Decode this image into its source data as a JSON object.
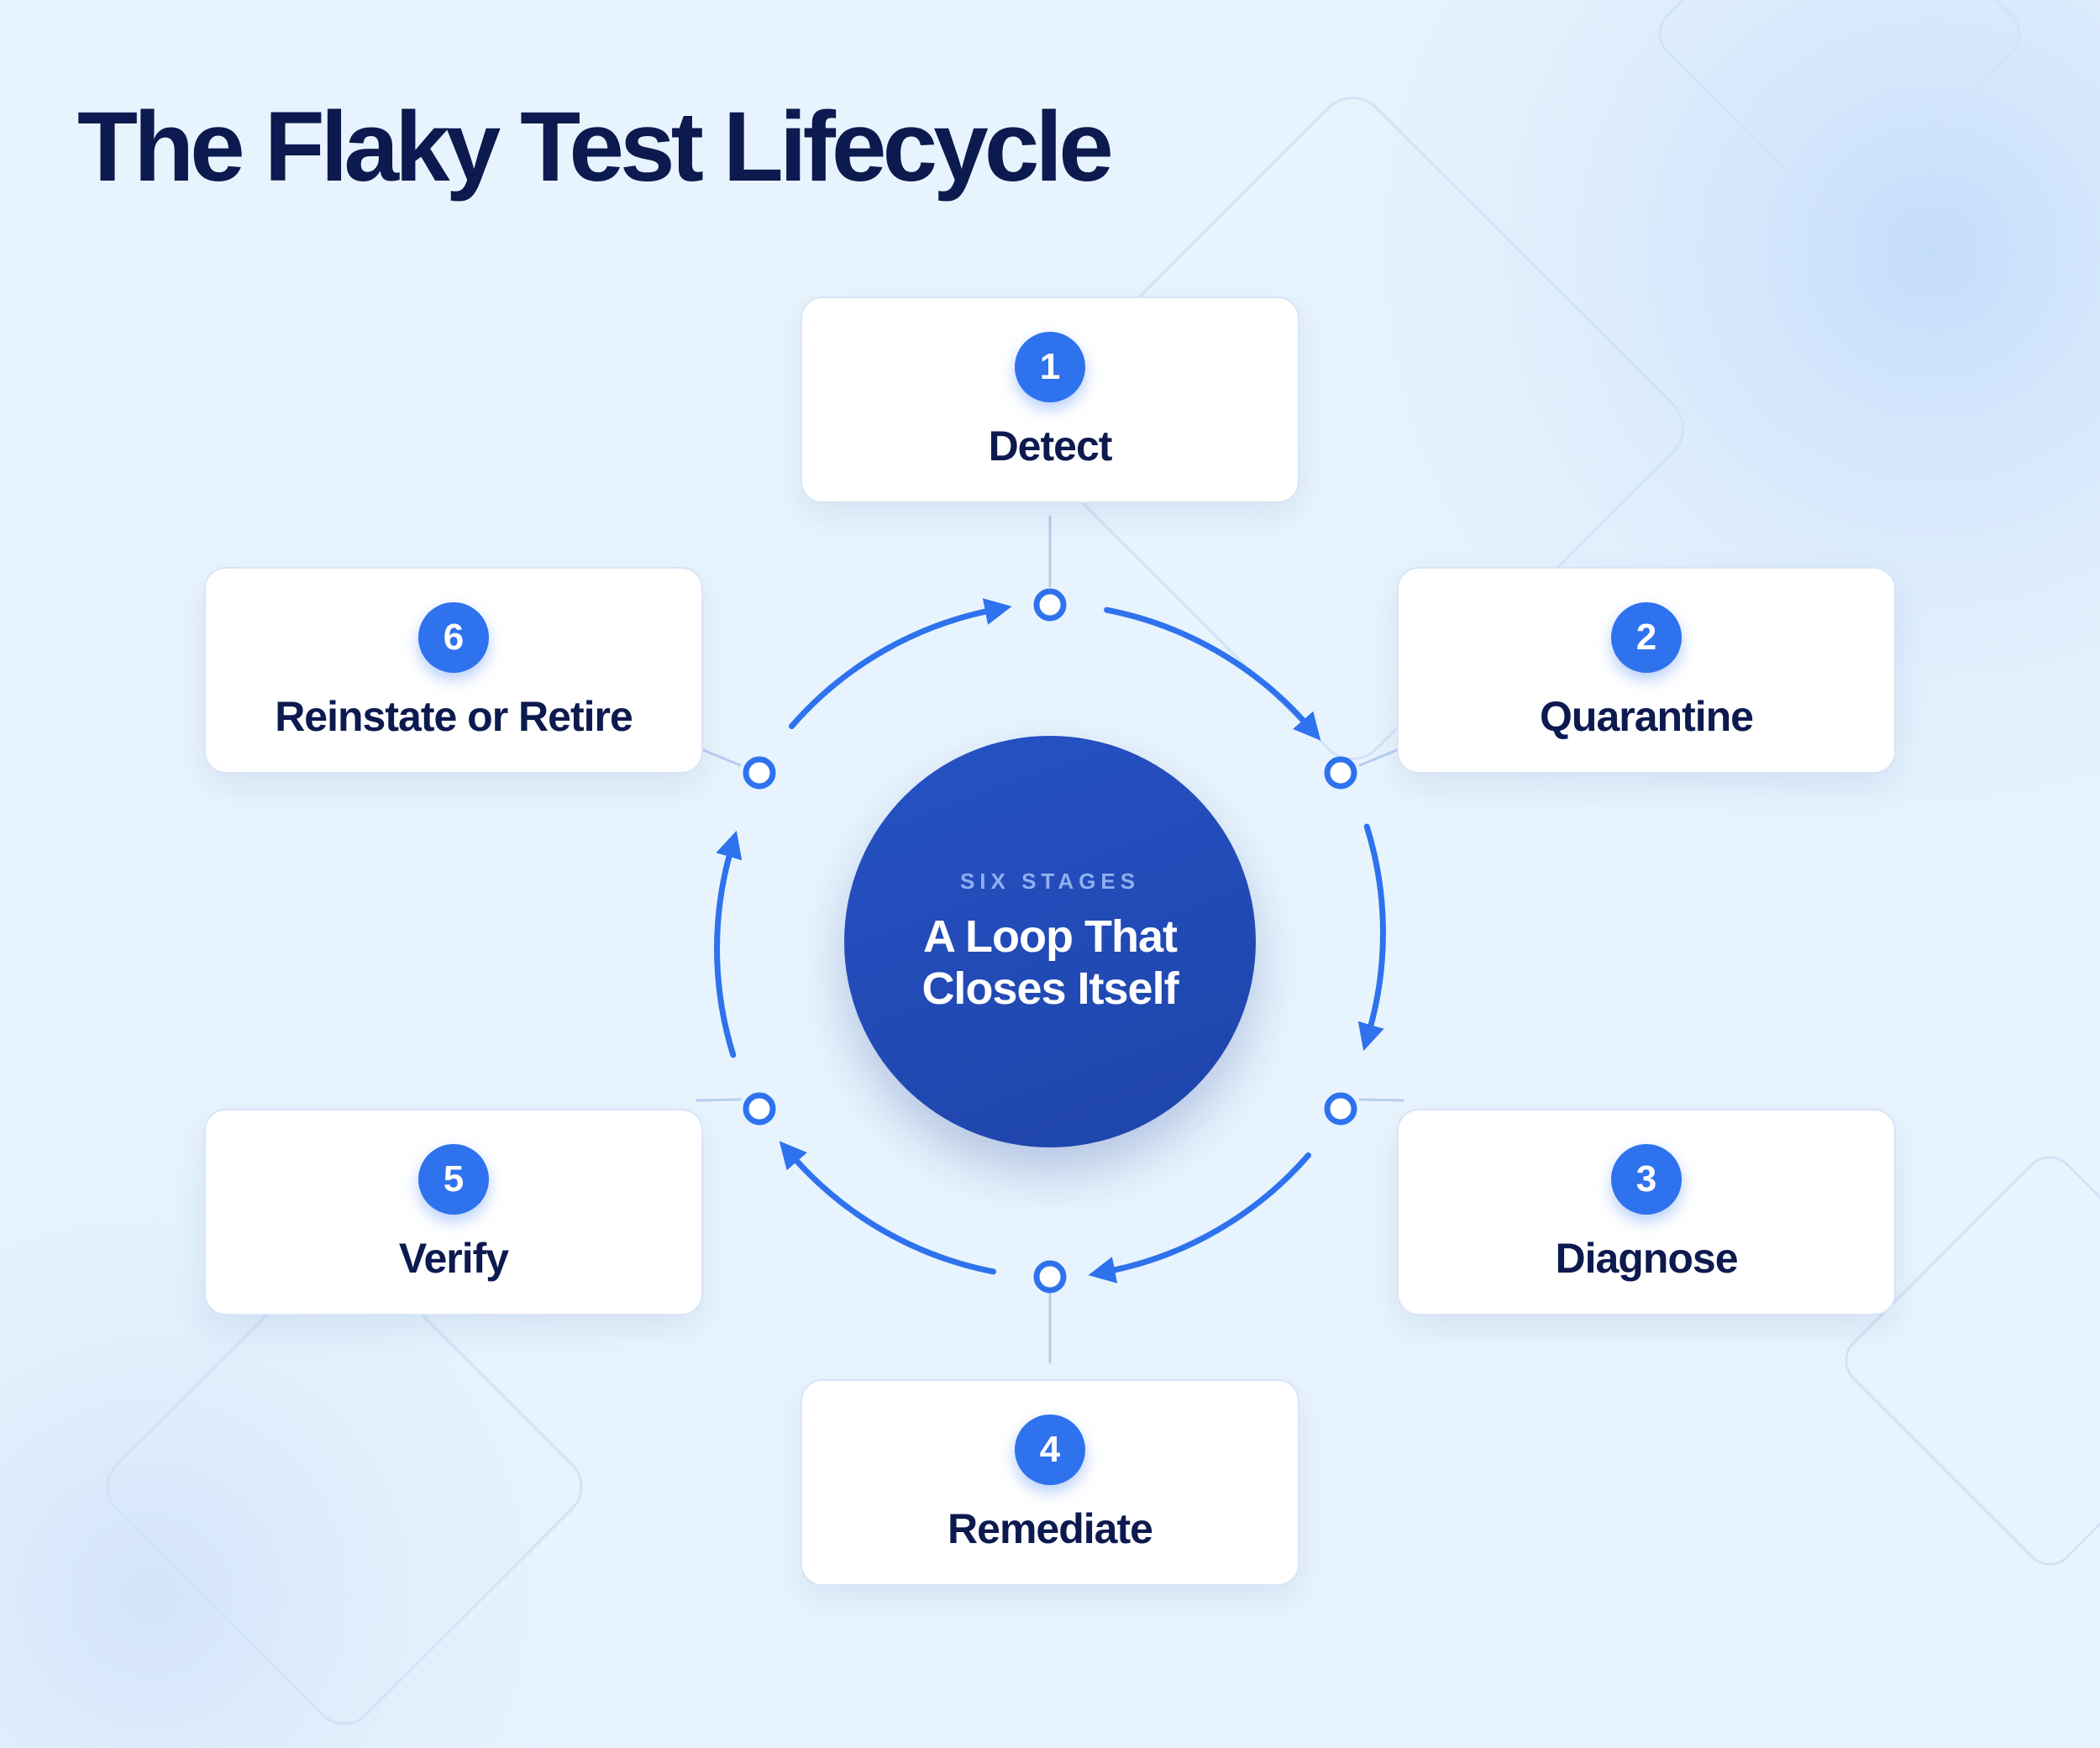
{
  "title": "The Flaky Test Lifecycle",
  "center": {
    "kicker": "SIX STAGES",
    "title": "A Loop That Closes Itself"
  },
  "stages": [
    {
      "number": "1",
      "label": "Detect"
    },
    {
      "number": "2",
      "label": "Quarantine"
    },
    {
      "number": "3",
      "label": "Diagnose"
    },
    {
      "number": "4",
      "label": "Remediate"
    },
    {
      "number": "5",
      "label": "Verify"
    },
    {
      "number": "6",
      "label": "Reinstate or Retire"
    }
  ],
  "colors": {
    "accent": "#2f72ee",
    "title_text": "#0d1a4f",
    "hub": "#2348b7",
    "background": "#e7f3fd"
  }
}
